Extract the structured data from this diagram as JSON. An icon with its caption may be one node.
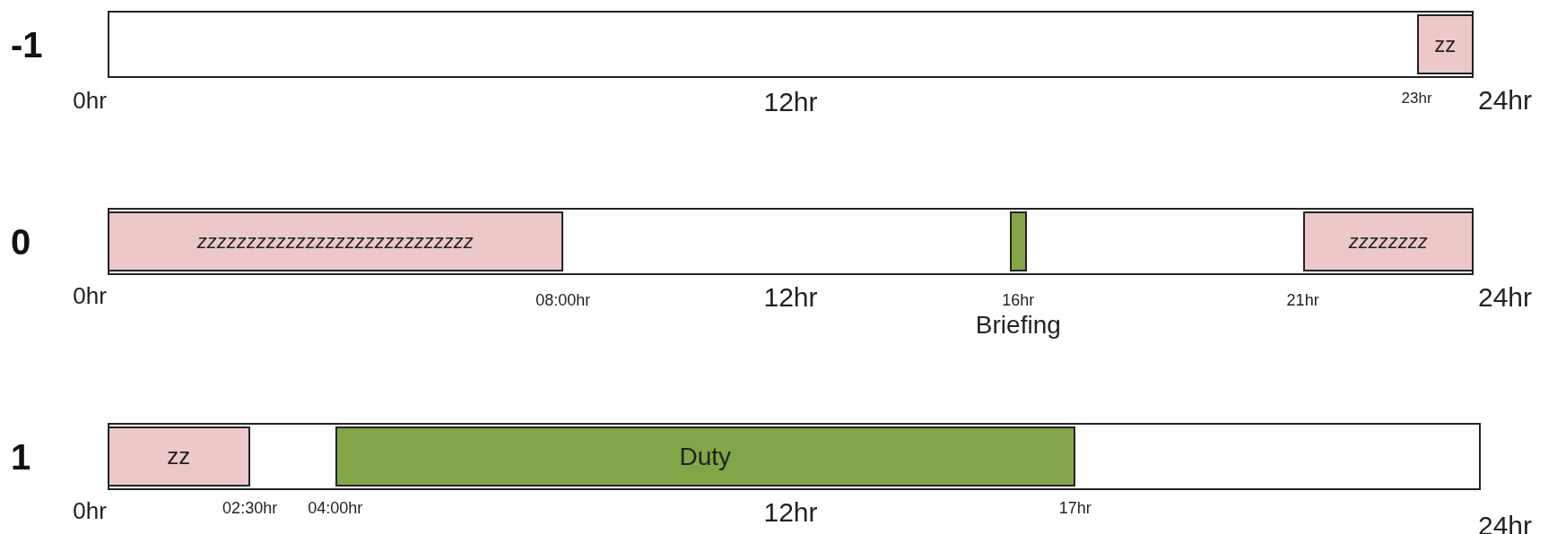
{
  "diagram": {
    "nodes": [
      {
        "text": [],
        "shape": "bar",
        "beside": [
          "-1"
        ]
      },
      {
        "text": [
          "zz"
        ],
        "in": 0
      },
      {
        "text": [],
        "shape": "bar",
        "beside": [
          "0"
        ]
      },
      {
        "text": [
          "zzzzzzzzzzzzzzzzzzzzzzzzzzzz"
        ],
        "in": 2
      },
      {
        "text": [],
        "shape": "bar",
        "in": 2,
        "beside": [
          "Briefing"
        ]
      },
      {
        "text": [
          "zzzzzzzz"
        ],
        "in": 2
      },
      {
        "text": [],
        "shape": "bar",
        "beside": [
          "1"
        ]
      },
      {
        "text": [
          "zz"
        ],
        "in": 6
      },
      {
        "text": [
          "Duty"
        ],
        "in": 6
      }
    ],
    "labels": [
      "0hr",
      "12hr",
      "23hr",
      "24hr",
      "0hr",
      "08:00hr",
      "12hr",
      "16hr",
      "21hr",
      "24hr",
      "0hr",
      "02:30hr",
      "04:00hr",
      "12hr",
      "17hr",
      "24hr"
    ]
  }
}
